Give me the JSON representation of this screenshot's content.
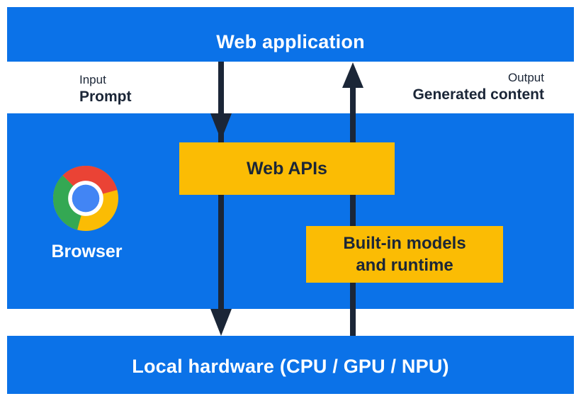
{
  "diagram": {
    "top_bar": {
      "label": "Web application"
    },
    "flow": {
      "input": {
        "label": "Input",
        "value": "Prompt"
      },
      "output": {
        "label": "Output",
        "value": "Generated content"
      }
    },
    "browser": {
      "label": "Browser"
    },
    "boxes": {
      "web_apis": {
        "label": "Web APIs"
      },
      "builtin": {
        "line1": "Built-in models",
        "line2": "and runtime"
      }
    },
    "bottom_bar": {
      "label": "Local hardware (CPU / GPU / NPU)"
    }
  },
  "colors": {
    "band_blue": "#0b72e8",
    "box_yellow": "#fbbc04",
    "arrow_and_text_dark": "#1b2637",
    "band_text_white": "#ffffff",
    "chrome_red": "#ea4335",
    "chrome_green": "#34a853",
    "chrome_yellow": "#fbbc04",
    "chrome_blue": "#4285f4"
  }
}
